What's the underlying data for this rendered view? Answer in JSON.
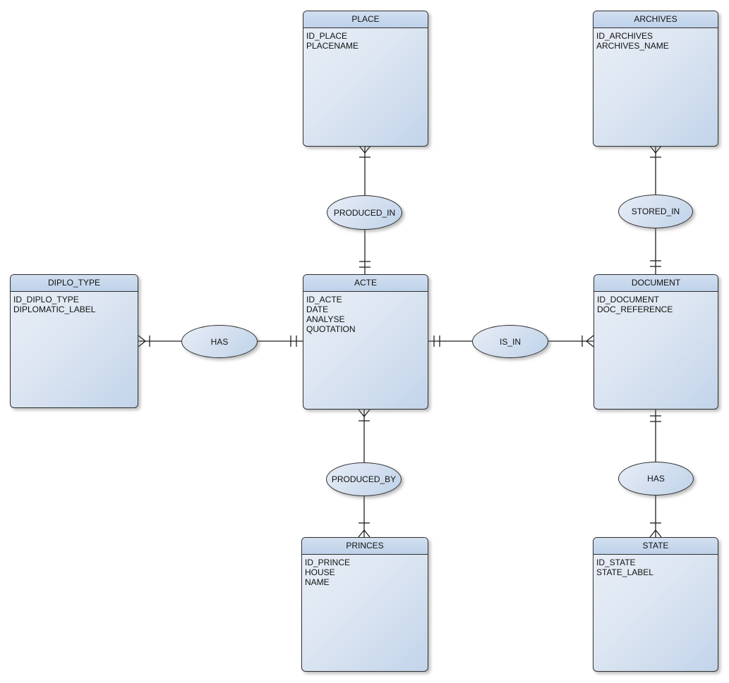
{
  "diagram": {
    "type": "entity-relationship",
    "background_color": "#ffffff",
    "entity_header_color": "#c6d8ec",
    "entity_body_gradient": [
      "#eaeff7",
      "#c2d4ea"
    ],
    "line_color": "#1f1f1f"
  },
  "entities": [
    {
      "name": "PLACE",
      "attributes": [
        "ID_PLACE",
        "PLACENAME"
      ]
    },
    {
      "name": "ARCHIVES",
      "attributes": [
        "ID_ARCHIVES",
        "ARCHIVES_NAME"
      ]
    },
    {
      "name": "DIPLO_TYPE",
      "attributes": [
        "ID_DIPLO_TYPE",
        "DIPLOMATIC_LABEL"
      ]
    },
    {
      "name": "ACTE",
      "attributes": [
        "ID_ACTE",
        "DATE",
        "ANALYSE",
        "QUOTATION"
      ]
    },
    {
      "name": "DOCUMENT",
      "attributes": [
        "ID_DOCUMENT",
        "DOC_REFERENCE"
      ]
    },
    {
      "name": "PRINCES",
      "attributes": [
        "ID_PRINCE",
        "HOUSE",
        "NAME"
      ]
    },
    {
      "name": "STATE",
      "attributes": [
        "ID_STATE",
        "STATE_LABEL"
      ]
    }
  ],
  "relationships": [
    {
      "label": "PRODUCED_IN",
      "from": "PLACE",
      "to": "ACTE",
      "from_end": "crow-foot-with-tick (one-or-many)",
      "to_end": "double-tick (exactly-one)"
    },
    {
      "label": "STORED_IN",
      "from": "ARCHIVES",
      "to": "DOCUMENT",
      "from_end": "crow-foot-with-tick (one-or-many)",
      "to_end": "double-tick (exactly-one)"
    },
    {
      "label": "HAS",
      "from": "DIPLO_TYPE",
      "to": "ACTE",
      "from_end": "crow-foot-with-tick (one-or-many)",
      "to_end": "double-tick (exactly-one)"
    },
    {
      "label": "IS_IN",
      "from": "ACTE",
      "to": "DOCUMENT",
      "from_end": "double-tick (exactly-one)",
      "to_end": "crow-foot-with-tick (one-or-many)"
    },
    {
      "label": "PRODUCED_BY",
      "from": "ACTE",
      "to": "PRINCES",
      "from_end": "crow-foot-with-tick (one-or-many)",
      "to_end": "crow-foot-with-tick (one-or-many)"
    },
    {
      "label": "HAS",
      "from": "DOCUMENT",
      "to": "STATE",
      "from_end": "double-tick (exactly-one)",
      "to_end": "crow-foot-with-tick (one-or-many)"
    }
  ]
}
